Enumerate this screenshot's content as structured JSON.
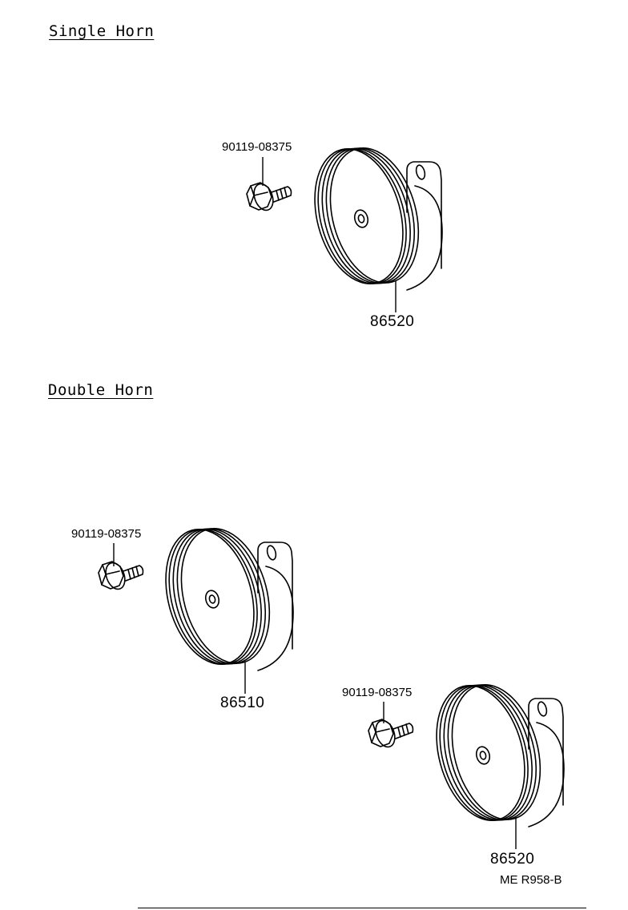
{
  "sections": {
    "single": {
      "title": "Single Horn",
      "bolt_part": "90119-08375",
      "horn_part": "86520"
    },
    "double": {
      "title": "Double Horn",
      "left": {
        "bolt_part": "90119-08375",
        "horn_part": "86510"
      },
      "right": {
        "bolt_part": "90119-08375",
        "horn_part": "86520"
      }
    }
  },
  "figure_code": "ME R958-B"
}
